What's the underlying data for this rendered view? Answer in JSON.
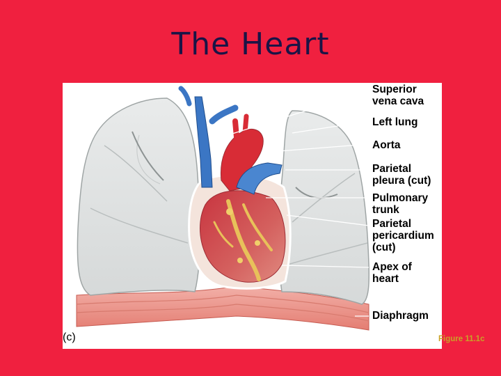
{
  "slide": {
    "title": "The Heart"
  },
  "figure": {
    "panel_letter": "(c)",
    "labels": [
      "Superior\nvena cava",
      "Left lung",
      "Aorta",
      "Parietal\npleura (cut)",
      "Pulmonary\ntrunk",
      "Parietal\npericardium\n(cut)",
      "Apex of\nheart",
      "Diaphragm"
    ],
    "reference": "Figure 11.1c"
  },
  "colors": {
    "background": "#f0203f",
    "title": "#1a1446",
    "reference": "#c9a227"
  }
}
